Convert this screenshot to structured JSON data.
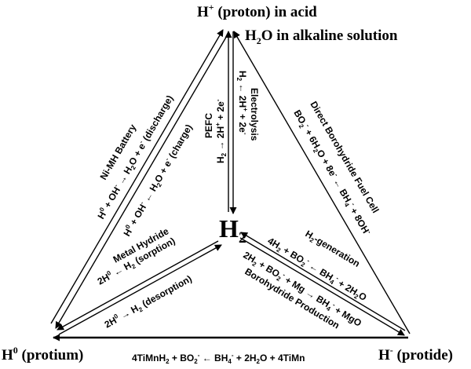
{
  "nodes": {
    "top": {
      "line1_main": "H",
      "line1_sup": "+",
      "line1_rest": " (proton) in acid",
      "line2_main": "H",
      "line2_sub": "2",
      "line2_rest": "O in alkaline solution"
    },
    "center": {
      "main": "H",
      "sub": "2"
    },
    "left": {
      "main": "H",
      "sup": "0",
      "rest": " (protium)"
    },
    "right": {
      "main": "H",
      "sup": "-",
      "rest": " (protide)"
    }
  },
  "labels": {
    "nimh_title": "Ni-MH Battery",
    "nimh_discharge": {
      "t1": "H",
      "t1sup": "0",
      "t2": " + OH",
      "t2sup": "-",
      "t3": " → H",
      "t3sub": "2",
      "t4": "O + e",
      "t4sup": "-",
      "t5": " (discharge)"
    },
    "nimh_charge": {
      "t1": "H",
      "t1sup": "0",
      "t2": " + OH",
      "t2sup": "-",
      "t3": " ← H",
      "t3sub": "2",
      "t4": "O + e",
      "t4sup": "-",
      "t5": " (charge)"
    },
    "pefc_title": "PEFC",
    "pefc_eq": {
      "t1": "H",
      "t1sub": "2",
      "t2": " → 2H",
      "t2sup": "+",
      "t3": " + 2e",
      "t3sup": "-"
    },
    "electrolysis_eq": {
      "t1": "H",
      "t1sub": "2",
      "t2": " ← 2H",
      "t2sup": "+",
      "t3": " + 2e",
      "t3sup": "-"
    },
    "electrolysis_title": "Electrolysis",
    "dbfc_title": "Direct Borohydride  Fuel Cell",
    "dbfc_eq": {
      "t1": "BO",
      "t1sub": "2",
      "t1sup": "-",
      "t2": " + 6H",
      "t2sub": "2",
      "t3": "O + 8e",
      "t3sup": "-",
      "t4": " ← BH",
      "t4sub": "4",
      "t4sup": "-",
      "t5": " + 8OH",
      "t5sup": "-"
    },
    "mh_title": "Metal Hydride",
    "mh_sorption": {
      "t1": "2H",
      "t1sup": "0",
      "t2": " ← H",
      "t2sub": "2",
      "t3": " (sorption)"
    },
    "mh_desorption": {
      "t1": "2H",
      "t1sup": "0",
      "t2": " → H",
      "t2sub": "2",
      "t3": " (desorption)"
    },
    "h2gen_title": "H",
    "h2gen_title_sub": "2",
    "h2gen_title_rest": "-generation",
    "h2gen_eq": {
      "t1": "4H",
      "t1sub": "2",
      "t2": " + BO",
      "t2sub": "2",
      "t2sup": "-",
      "t3": " ← BH",
      "t3sub": "4",
      "t3sup": "-",
      "t4": " + 2H",
      "t4sub": "2",
      "t5": "O"
    },
    "bhprod_eq": {
      "t1": "2H",
      "t1sub": "2",
      "t2": " + BO",
      "t2sub": "2",
      "t2sup": "-",
      "t3": " + Mg → BH",
      "t3sub": "4",
      "t3sup": "-",
      "t4": " + MgO"
    },
    "bhprod_title": "Borohydride  Production",
    "bottom_eq": {
      "t1": "4TiMnH",
      "t1sub": "2",
      "t2": " + BO",
      "t2sub": "2",
      "t2sup": "-",
      "t3": " ← BH",
      "t3sub": "4",
      "t3sup": "-",
      "t4": " + 2H",
      "t4sub": "2",
      "t5": "O + 4TiMn"
    }
  }
}
